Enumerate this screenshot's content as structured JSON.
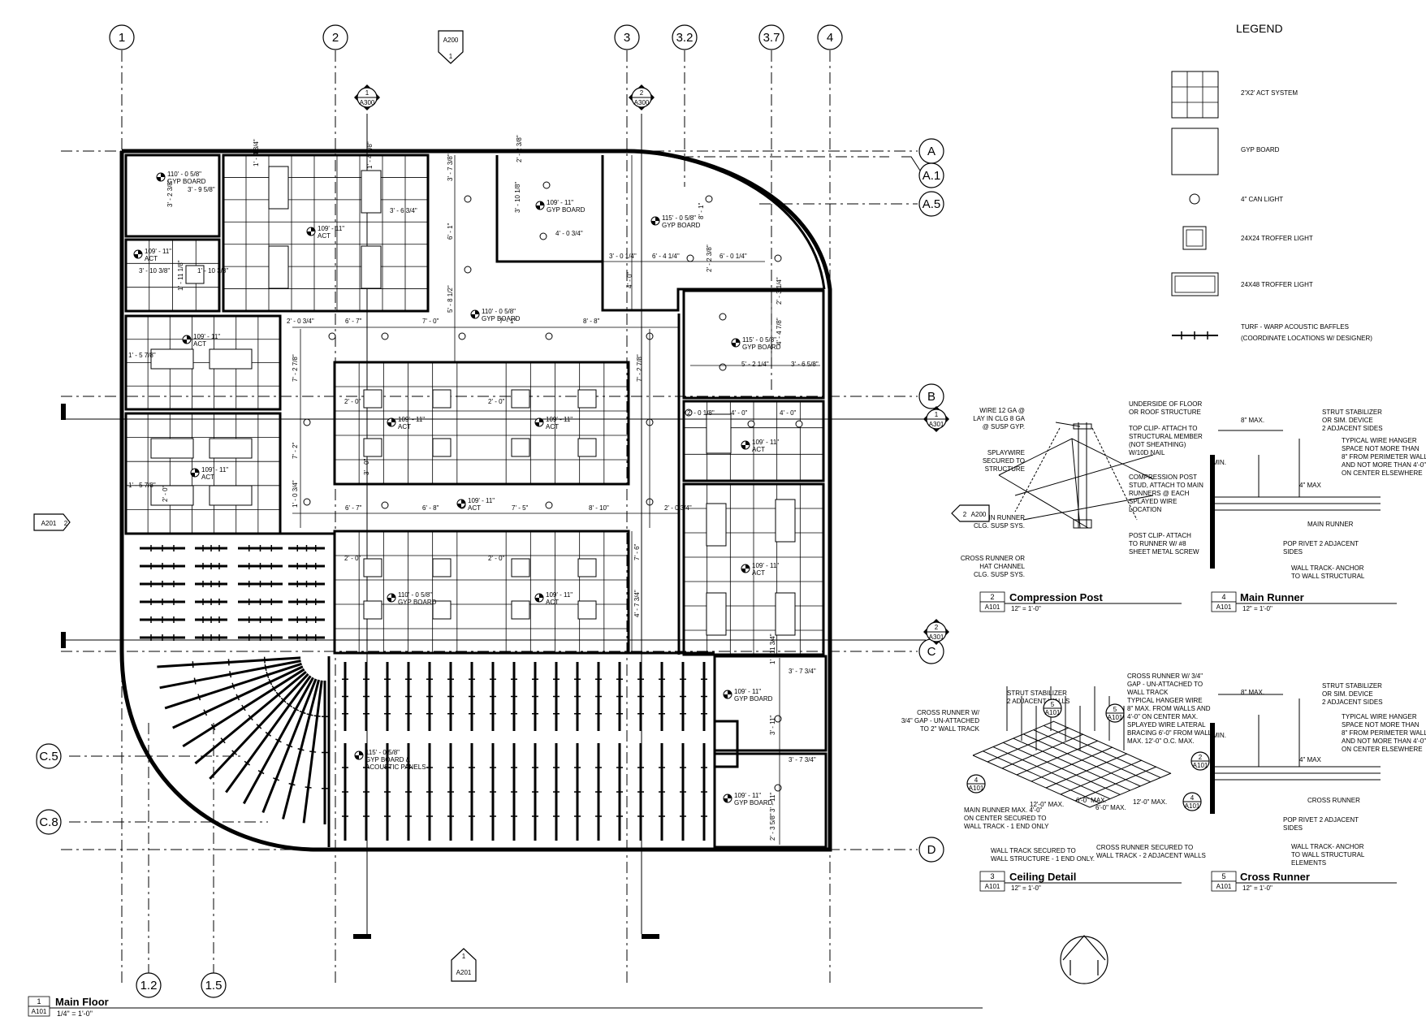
{
  "grid_lines": {
    "vertical": [
      "1",
      "2",
      "3",
      "3.2",
      "3.7",
      "4",
      "1.2",
      "1.5"
    ],
    "horizontal": [
      "A",
      "A.1",
      "A.5",
      "B",
      "C",
      "C.5",
      "C.8",
      "D"
    ]
  },
  "section_markers": {
    "top_a200": {
      "num": "1",
      "sheet": "A200"
    },
    "sec_a300_1": {
      "num": "1",
      "sheet": "A300"
    },
    "sec_a300_2": {
      "num": "2",
      "sheet": "A300"
    },
    "sec_a301_1": {
      "num": "1",
      "sheet": "A301"
    },
    "sec_a301_2": {
      "num": "2",
      "sheet": "A301"
    },
    "left_a201": {
      "num": "2",
      "sheet": "A201"
    },
    "bottom_a201": {
      "num": "1",
      "sheet": "A201"
    },
    "detail_a200": {
      "num": "2",
      "sheet": "A200"
    }
  },
  "ceiling_tags": [
    {
      "elev": "110' - 0 5/8\"",
      "type": "GYP BOARD"
    },
    {
      "elev": "109' - 11\"",
      "type": "ACT"
    },
    {
      "elev": "109' - 11\"",
      "type": "ACT"
    },
    {
      "elev": "109' - 11\"",
      "type": "GYP BOARD"
    },
    {
      "elev": "115' - 0 5/8\"",
      "type": "GYP BOARD"
    },
    {
      "elev": "110' - 0 5/8\"",
      "type": "GYP BOARD"
    },
    {
      "elev": "115' - 0 5/8\"",
      "type": "GYP BOARD"
    },
    {
      "elev": "109' - 11\"",
      "type": "ACT"
    },
    {
      "elev": "109' - 11\"",
      "type": "ACT"
    },
    {
      "elev": "109' - 11\"",
      "type": "ACT"
    },
    {
      "elev": "109' - 11\"",
      "type": "ACT"
    },
    {
      "elev": "110' - 0 5/8\"",
      "type": "GYP BOARD"
    },
    {
      "elev": "109' - 11\"",
      "type": "ACT"
    },
    {
      "elev": "109' - 11\"",
      "type": "ACT"
    },
    {
      "elev": "109' - 11\"",
      "type": "ACT"
    },
    {
      "elev": "109' - 11\"",
      "type": "ACT"
    },
    {
      "elev": "115' - 0 5/8\"",
      "type": "GYP BOARD &",
      "type2": "ACOUSTIC PANELS"
    },
    {
      "elev": "109' - 11\"",
      "type": "GYP BOARD"
    },
    {
      "elev": "109' - 11\"",
      "type": "GYP BOARD"
    }
  ],
  "dimensions": [
    "1' - 4 3/4\"",
    "3' - 9 5/8\"",
    "3' - 2 3/8\"",
    "3' - 10 3/8\"",
    "1' - 10 3/8\"",
    "1' - 11 1/8\"",
    "1' - 4 3/8\"",
    "3' - 6 3/4\"",
    "3' - 7 3/8\"",
    "6' - 1\"",
    "5' - 8 1/2\"",
    "2' - 2 3/8\"",
    "3' - 10 1/8\"",
    "4' - 0 3/4\"",
    "3' - 0 1/4\"",
    "6' - 4 1/4\"",
    "6' - 0 1/4\"",
    "8' - 1\"",
    "4' - 0\"",
    "2' - 2 3/8\"",
    "2' - 3 1/4\"",
    "4' - 4 7/8\"",
    "5' - 2 1/4\"",
    "3' - 6 5/8\"",
    "2' - 0 3/4\"",
    "6' - 7\"",
    "7' - 0\"",
    "7' - 1\"",
    "8' - 8\"",
    "7' - 2 7/8\"",
    "7' - 2 7/8\"",
    "2' - 0\"",
    "2' - 0\"",
    "1' - 5 7/8\"",
    "1' - 5 7/8\"",
    "2' - 0\"",
    "7' - 2\"",
    "2' - 0 1/8\"",
    "4' - 0\"",
    "4' - 0\"",
    "1' - 0 3/4\"",
    "6' - 7\"",
    "6' - 8\"",
    "7' - 5\"",
    "8' - 10\"",
    "2' - 0 3/4\"",
    "2' - 0\"",
    "2' - 0\"",
    "7' - 6\"",
    "4' - 7 3/4\"",
    "3' - 0\"",
    "1' - 11 3/4\"",
    "3' - 7 3/4\"",
    "3' - 11\"",
    "3' - 7 3/4\"",
    "3' - 11\"",
    "2' - 3 5/8\""
  ],
  "legend": {
    "title": "LEGEND",
    "items": [
      {
        "icon": "act-grid-icon",
        "label": "2'X2' ACT SYSTEM"
      },
      {
        "icon": "gyp-board-icon",
        "label": "GYP BOARD"
      },
      {
        "icon": "can-light-icon",
        "label": "4\" CAN LIGHT"
      },
      {
        "icon": "troffer-24x24-icon",
        "label": "24X24 TROFFER LIGHT"
      },
      {
        "icon": "troffer-24x48-icon",
        "label": "24X48 TROFFER LIGHT"
      },
      {
        "icon": "baffle-icon",
        "label": "TURF - WARP ACOUSTIC BAFFLES",
        "label2": "(COORDINATE LOCATIONS W/ DESIGNER)"
      }
    ]
  },
  "details": {
    "compression_post": {
      "num": "2",
      "sheet": "A101",
      "title": "Compression Post",
      "scale": "12\" = 1'-0\"",
      "notes": [
        "WIRE 12 GA @",
        "LAY IN CLG 8 GA",
        "@ SUSP GYP.",
        "SPLAYWIRE",
        "SECURED TO",
        "STRUCTURE",
        "MAIN RUNNER",
        "CLG. SUSP SYS.",
        "CROSS RUNNER OR",
        "HAT CHANNEL",
        "CLG. SUSP SYS.",
        "UNDERSIDE OF FLOOR",
        "OR ROOF STRUCTURE",
        "TOP CLIP- ATTACH TO",
        "STRUCTURAL MEMBER",
        "(NOT SHEATHING)",
        "W/10D NAIL",
        "COMPRESSION POST",
        "STUD, ATTACH TO MAIN",
        "RUNNERS @ EACH",
        "SPLAYED WIRE",
        "LOCATION",
        "POST CLIP- ATTACH",
        "TO RUNNER W/ #8",
        "SHEET METAL SCREW"
      ]
    },
    "main_runner": {
      "num": "4",
      "sheet": "A101",
      "title": "Main Runner",
      "scale": "12\" = 1'-0\"",
      "notes": [
        "8\" MAX.",
        "STRUT STABILIZER",
        "OR SIM. DEVICE",
        "2 ADJACENT SIDES",
        "TYPICAL WIRE HANGER",
        "SPACE NOT MORE THAN",
        "8\" FROM PERIMETER WALL",
        "AND NOT MORE THAN 4'-0\"",
        "ON CENTER ELSEWHERE",
        "MIN.",
        "4\" MAX",
        "MAIN RUNNER",
        "POP RIVET 2 ADJACENT",
        "SIDES",
        "WALL TRACK- ANCHOR",
        "TO WALL STRUCTURAL"
      ]
    },
    "ceiling_detail": {
      "num": "3",
      "sheet": "A101",
      "title": "Ceiling Detail",
      "scale": "12\" = 1'-0\"",
      "notes": [
        "STRUT STABILIZER",
        "2 ADJACENT WALLS",
        "CROSS RUNNER W/",
        "3/4\" GAP - UN-ATTACHED",
        "TO 2\" WALL TRACK",
        "CROSS RUNNER W/ 3/4\"",
        "GAP - UN-ATTACHED TO",
        "WALL TRACK",
        "TYPICAL HANGER WIRE",
        "8\" MAX. FROM WALLS AND",
        "4'-0\" ON CENTER MAX.",
        "SPLAYED WIRE LATERAL",
        "BRACING 6'-0\" FROM WALL",
        "MAX. 12'-0\" O.C. MAX.",
        "MAIN RUNNER MAX. 4'-0\"",
        "ON CENTER SECURED TO",
        "WALL TRACK - 1 END ONLY",
        "WALL TRACK SECURED TO",
        "WALL STRUCTURE - 1 END ONLY.",
        "CROSS RUNNER SECURED TO",
        "WALL TRACK - 2 ADJACENT WALLS",
        "12'-0\" MAX.",
        "6'-0\" MAX.",
        "12'-0\" MAX.",
        "6'-0\" MAX."
      ],
      "refs": [
        {
          "num": "5",
          "sheet": "A101"
        },
        {
          "num": "5",
          "sheet": "A101"
        },
        {
          "num": "4",
          "sheet": "A101"
        },
        {
          "num": "2",
          "sheet": "A101"
        },
        {
          "num": "4",
          "sheet": "A101"
        }
      ]
    },
    "cross_runner": {
      "num": "5",
      "sheet": "A101",
      "title": "Cross Runner",
      "scale": "12\" = 1'-0\"",
      "notes": [
        "8\" MAX.",
        "STRUT STABILIZER",
        "OR SIM. DEVICE",
        "2 ADJACENT SIDES",
        "TYPICAL WIRE HANGER",
        "SPACE NOT MORE THAN",
        "8\" FROM PERIMETER WALL",
        "AND NOT MORE THAN 4'-0\"",
        "ON CENTER ELSEWHERE",
        "MIN.",
        "4\" MAX",
        "CROSS RUNNER",
        "POP RIVET 2 ADJACENT",
        "SIDES",
        "WALL TRACK- ANCHOR",
        "TO WALL STRUCTURAL",
        "ELEMENTS"
      ]
    }
  },
  "main_title": {
    "num": "1",
    "sheet": "A101",
    "title": "Main Floor",
    "scale": "1/4\" = 1'-0\""
  }
}
